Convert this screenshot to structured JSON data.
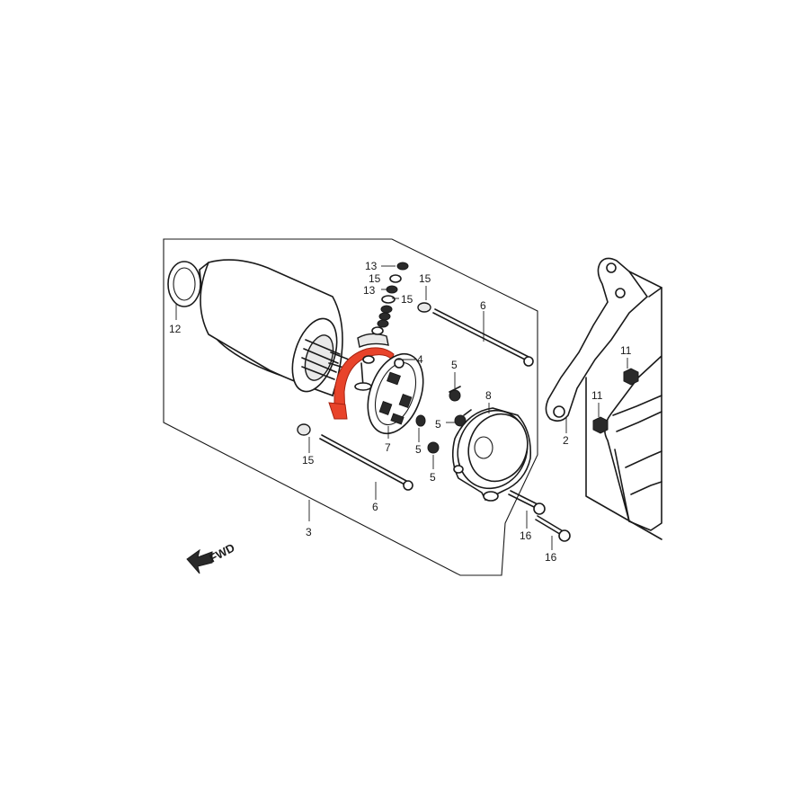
{
  "direction": {
    "label": "FWD",
    "icon": "forward-arrow-icon"
  },
  "accent_color": "#e8432a",
  "callouts": [
    {
      "id": "c12",
      "text": "12"
    },
    {
      "id": "c13a",
      "text": "13"
    },
    {
      "id": "c15a",
      "text": "15"
    },
    {
      "id": "c13b",
      "text": "13"
    },
    {
      "id": "c15b",
      "text": "15"
    },
    {
      "id": "c15c",
      "text": "15"
    },
    {
      "id": "c6a",
      "text": "6"
    },
    {
      "id": "c4",
      "text": "4"
    },
    {
      "id": "c5a",
      "text": "5"
    },
    {
      "id": "c8",
      "text": "8"
    },
    {
      "id": "c5b",
      "text": "5"
    },
    {
      "id": "c5c",
      "text": "5"
    },
    {
      "id": "c5d",
      "text": "5"
    },
    {
      "id": "c7",
      "text": "7"
    },
    {
      "id": "c15d",
      "text": "15"
    },
    {
      "id": "c6b",
      "text": "6"
    },
    {
      "id": "c3",
      "text": "3"
    },
    {
      "id": "c16a",
      "text": "16"
    },
    {
      "id": "c16b",
      "text": "16"
    },
    {
      "id": "c11a",
      "text": "11"
    },
    {
      "id": "c11b",
      "text": "11"
    },
    {
      "id": "c2",
      "text": "2"
    }
  ]
}
